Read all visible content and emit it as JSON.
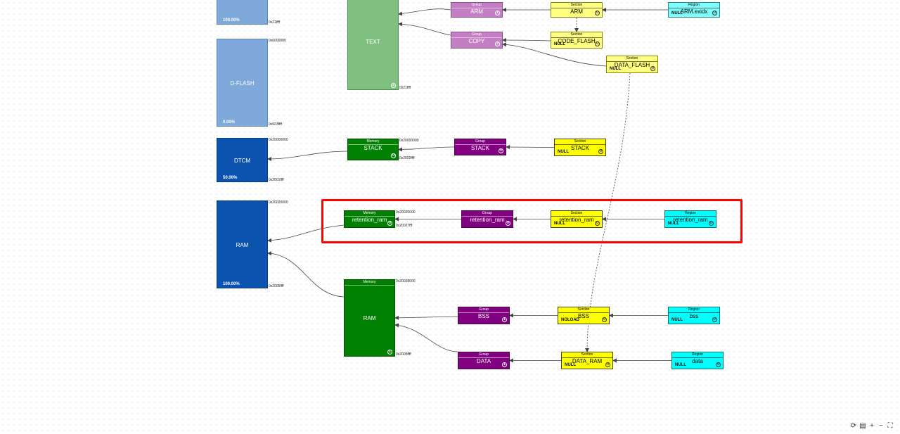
{
  "nodes": [
    {
      "id": "flash-tail",
      "cls": "big-light",
      "label": "",
      "pct": "100.00%",
      "addr_end": "0x21ffff"
    },
    {
      "id": "d-flash",
      "cls": "big-light",
      "label": "D-FLASH",
      "pct": "0.00%",
      "addr_start": "0x6000000",
      "addr_end": "0x603ffff"
    },
    {
      "id": "dtcm",
      "cls": "big-dark",
      "label": "DTCM",
      "pct": "50.00%",
      "addr_start": "0x20000000",
      "addr_end": "0x2001ffff"
    },
    {
      "id": "ram",
      "cls": "big-dark",
      "label": "RAM",
      "pct": "100.00%",
      "addr_start": "0x20020000",
      "addr_end": "0x2005ffff"
    },
    {
      "id": "mem-text",
      "cls": "mem-light",
      "label": "TEXT",
      "badge": "2",
      "addr_end": "0x21ffff"
    },
    {
      "id": "mem-stack",
      "cls": "mem-dark",
      "header": "Memory",
      "label": "STACK",
      "badge": "0",
      "addr_start": "0x20000000",
      "addr_end": "0x2000ffff"
    },
    {
      "id": "mem-retention",
      "cls": "mem-dark",
      "header": "Memory",
      "label": "retention_ram",
      "badge": "0",
      "addr_start": "0x20020000",
      "addr_end": "0x20027fff"
    },
    {
      "id": "mem-ram",
      "cls": "mem-dark",
      "header": "Memory",
      "label": "RAM",
      "badge": "1",
      "addr_start": "0x20028000",
      "addr_end": "0x2005ffff"
    },
    {
      "id": "grp-arm",
      "cls": "grp-light",
      "header": "Group",
      "label": "ARM",
      "badge": "1"
    },
    {
      "id": "grp-copy",
      "cls": "grp-light",
      "header": "Group",
      "label": "COPY",
      "badge": "2"
    },
    {
      "id": "grp-stack",
      "cls": "grp-dark",
      "header": "Group",
      "label": "STACK",
      "badge": "0"
    },
    {
      "id": "grp-retention",
      "cls": "grp-dark",
      "header": "Group",
      "label": "retention_ram",
      "badge": "0"
    },
    {
      "id": "grp-bss",
      "cls": "grp-dark",
      "header": "Group",
      "label": "BSS",
      "badge": "1"
    },
    {
      "id": "grp-data",
      "cls": "grp-dark",
      "header": "Group",
      "label": "DATA",
      "badge": "1"
    },
    {
      "id": "sec-arm",
      "cls": "sec",
      "header": "Section",
      "label": "ARM",
      "badge": "0"
    },
    {
      "id": "sec-code-flash",
      "cls": "sec",
      "header": "Section",
      "label": "CODE_FLASH",
      "sub": "NULL",
      "badge": "0"
    },
    {
      "id": "sec-data-flash",
      "cls": "sec",
      "header": "Section",
      "label": "DATA_FLASH",
      "sub": "NULL",
      "badge": "0"
    },
    {
      "id": "sec-stack",
      "cls": "sec-strong",
      "header": "Section",
      "label": "STACK",
      "sub": "NULL",
      "badge": "0"
    },
    {
      "id": "sec-retention",
      "cls": "sec-strong",
      "header": "Section",
      "label": "retention_ram",
      "sub": "NULL",
      "badge": "0"
    },
    {
      "id": "sec-bss",
      "cls": "sec-strong",
      "header": "Section",
      "label": "BSS",
      "sub": "NOLOAD",
      "badge": "0"
    },
    {
      "id": "sec-data-ram",
      "cls": "sec-strong",
      "header": "Section",
      "label": "DATA_RAM",
      "sub": "NULL",
      "badge": "0"
    },
    {
      "id": "reg-arm-exidx",
      "cls": "reg",
      "header": "Region",
      "label": "ARM.exidx",
      "sub": "NULL",
      "badge": "0"
    },
    {
      "id": "reg-retention",
      "cls": "reg-strong",
      "header": "Region",
      "label": "retention_ram",
      "sub": "NULL",
      "badge": "0"
    },
    {
      "id": "reg-bss",
      "cls": "reg-strong",
      "header": "Region",
      "label": "bss",
      "sub": "NULL",
      "badge": "0"
    },
    {
      "id": "reg-data",
      "cls": "reg-strong",
      "header": "Region",
      "label": "data",
      "sub": "NULL",
      "badge": "0"
    }
  ],
  "edges": [
    {
      "from": "reg-arm-exidx",
      "to": "sec-arm",
      "style": "solid"
    },
    {
      "from": "sec-arm",
      "to": "grp-arm",
      "style": "solid"
    },
    {
      "from": "sec-code-flash",
      "to": "grp-copy",
      "style": "solid"
    },
    {
      "from": "sec-data-flash",
      "to": "grp-copy",
      "style": "solid"
    },
    {
      "from": "grp-arm",
      "to": "mem-text",
      "style": "solid"
    },
    {
      "from": "grp-copy",
      "to": "mem-text",
      "style": "solid"
    },
    {
      "from": "sec-arm",
      "to": "sec-code-flash",
      "style": "dashed"
    },
    {
      "from": "sec-data-flash",
      "to": "sec-data-ram",
      "style": "dashed"
    },
    {
      "from": "mem-stack",
      "to": "dtcm",
      "style": "solid"
    },
    {
      "from": "grp-stack",
      "to": "mem-stack",
      "style": "solid"
    },
    {
      "from": "sec-stack",
      "to": "grp-stack",
      "style": "solid"
    },
    {
      "from": "mem-retention",
      "to": "ram",
      "style": "solid"
    },
    {
      "from": "grp-retention",
      "to": "mem-retention",
      "style": "solid"
    },
    {
      "from": "sec-retention",
      "to": "grp-retention",
      "style": "solid"
    },
    {
      "from": "reg-retention",
      "to": "sec-retention",
      "style": "solid"
    },
    {
      "from": "mem-ram",
      "to": "ram",
      "style": "solid"
    },
    {
      "from": "grp-bss",
      "to": "mem-ram",
      "style": "solid"
    },
    {
      "from": "grp-data",
      "to": "mem-ram",
      "style": "solid"
    },
    {
      "from": "sec-bss",
      "to": "grp-bss",
      "style": "solid"
    },
    {
      "from": "sec-data-ram",
      "to": "grp-data",
      "style": "solid"
    },
    {
      "from": "reg-bss",
      "to": "sec-bss",
      "style": "solid"
    },
    {
      "from": "reg-data",
      "to": "sec-data-ram",
      "style": "solid"
    }
  ],
  "highlight_color": "#ff0000",
  "toolbar": [
    {
      "id": "refresh",
      "icon": "refresh-icon",
      "glyph": "⟳"
    },
    {
      "id": "clipboard",
      "icon": "clipboard-icon",
      "glyph": "▤"
    },
    {
      "id": "zoom-in",
      "icon": "zoom-in-icon",
      "glyph": "+"
    },
    {
      "id": "zoom-out",
      "icon": "zoom-out-icon",
      "glyph": "−"
    },
    {
      "id": "fullscreen",
      "icon": "fullscreen-icon",
      "glyph": "⛶"
    }
  ]
}
